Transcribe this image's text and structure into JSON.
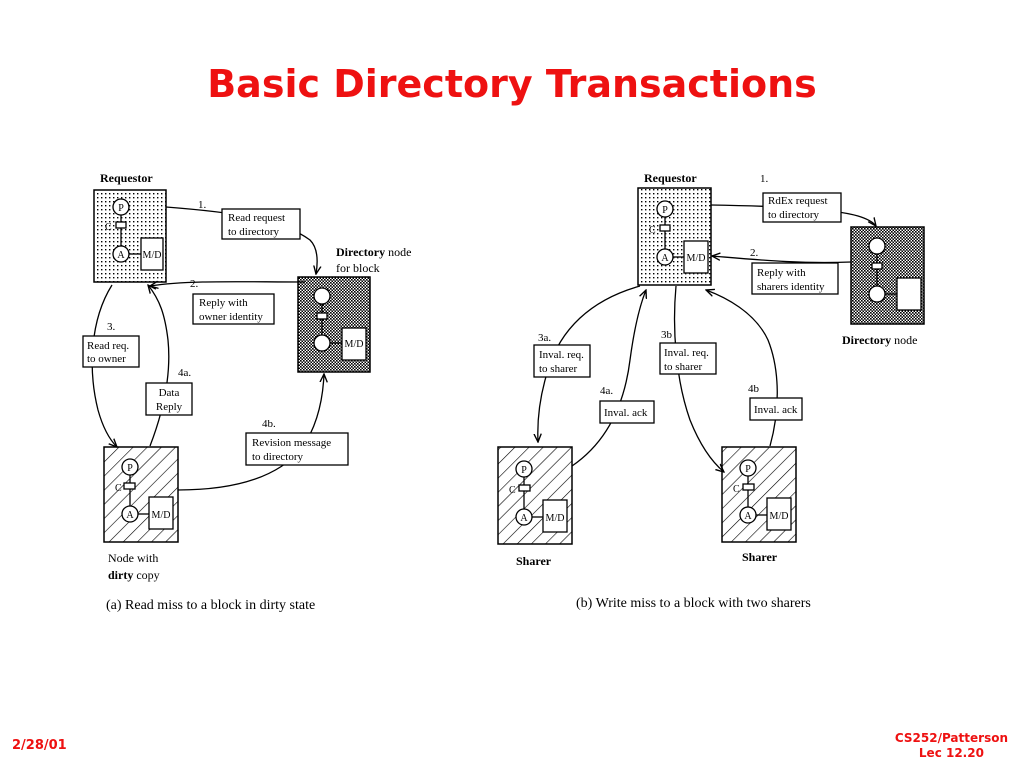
{
  "title": "Basic Directory Transactions",
  "footer": {
    "date": "2/28/01",
    "course": "CS252/Patterson",
    "lecture": "Lec 12.20"
  },
  "node_labels": {
    "p": "P",
    "c": "C",
    "a": "A",
    "md": "M/D"
  },
  "diagram_a": {
    "requestor": "Requestor",
    "directory_bold": "Directory",
    "directory_rest": " node",
    "directory_line2": "for block",
    "dirty_line1": "Node with",
    "dirty_bold": "dirty",
    "dirty_rest": " copy",
    "step1": {
      "num": "1.",
      "line1": "Read request",
      "line2": "to directory"
    },
    "step2": {
      "num": "2.",
      "line1": "Reply with",
      "line2": "owner identity"
    },
    "step3": {
      "num": "3.",
      "line1": "Read req.",
      "line2": "to owner"
    },
    "step4a": {
      "num": "4a.",
      "line1": "Data",
      "line2": "Reply"
    },
    "step4b": {
      "num": "4b.",
      "line1": "Revision message",
      "line2": "to directory"
    },
    "caption": "(a) Read miss to a block in dirty state"
  },
  "diagram_b": {
    "requestor": "Requestor",
    "directory_bold": "Directory",
    "directory_rest": " node",
    "sharer_left": "Sharer",
    "sharer_right": "Sharer",
    "step1": {
      "num": "1.",
      "line1": "RdEx request",
      "line2": "to directory"
    },
    "step2": {
      "num": "2.",
      "line1": "Reply with",
      "line2": "sharers identity"
    },
    "step3a": {
      "num": "3a.",
      "line1": "Inval. req.",
      "line2": "to sharer"
    },
    "step3b": {
      "num": "3b",
      "line1": "Inval. req.",
      "line2": "to sharer"
    },
    "step4a": {
      "num": "4a.",
      "line1": "Inval. ack"
    },
    "step4b": {
      "num": "4b",
      "line1": "Inval. ack"
    },
    "caption": "(b) Write miss to a block with two sharers"
  }
}
